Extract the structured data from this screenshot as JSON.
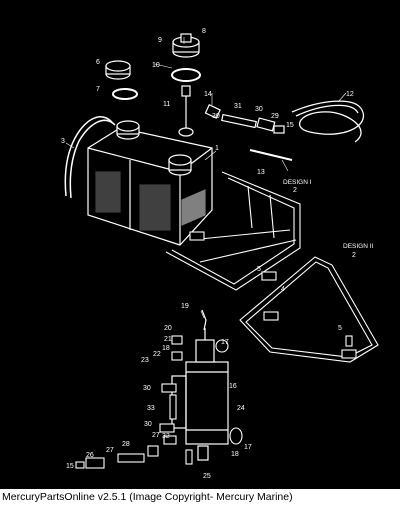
{
  "diagram": {
    "design_labels": [
      {
        "line1": "DESIGN I",
        "line2": "2"
      },
      {
        "line1": "DESIGN II",
        "line2": "2"
      }
    ],
    "callouts": [
      "1",
      "3",
      "4",
      "5",
      "5",
      "6",
      "7",
      "8",
      "9",
      "10",
      "11",
      "12",
      "13",
      "14",
      "15",
      "15",
      "16",
      "17",
      "17",
      "18",
      "18",
      "19",
      "20",
      "21",
      "22",
      "23",
      "24",
      "25",
      "26",
      "27",
      "27",
      "28",
      "29",
      "30",
      "30",
      "30",
      "30",
      "31",
      "32",
      "33"
    ]
  },
  "footer": {
    "text": "MercuryPartsOnline v2.5.1 (Image Copyright- Mercury Marine)"
  }
}
